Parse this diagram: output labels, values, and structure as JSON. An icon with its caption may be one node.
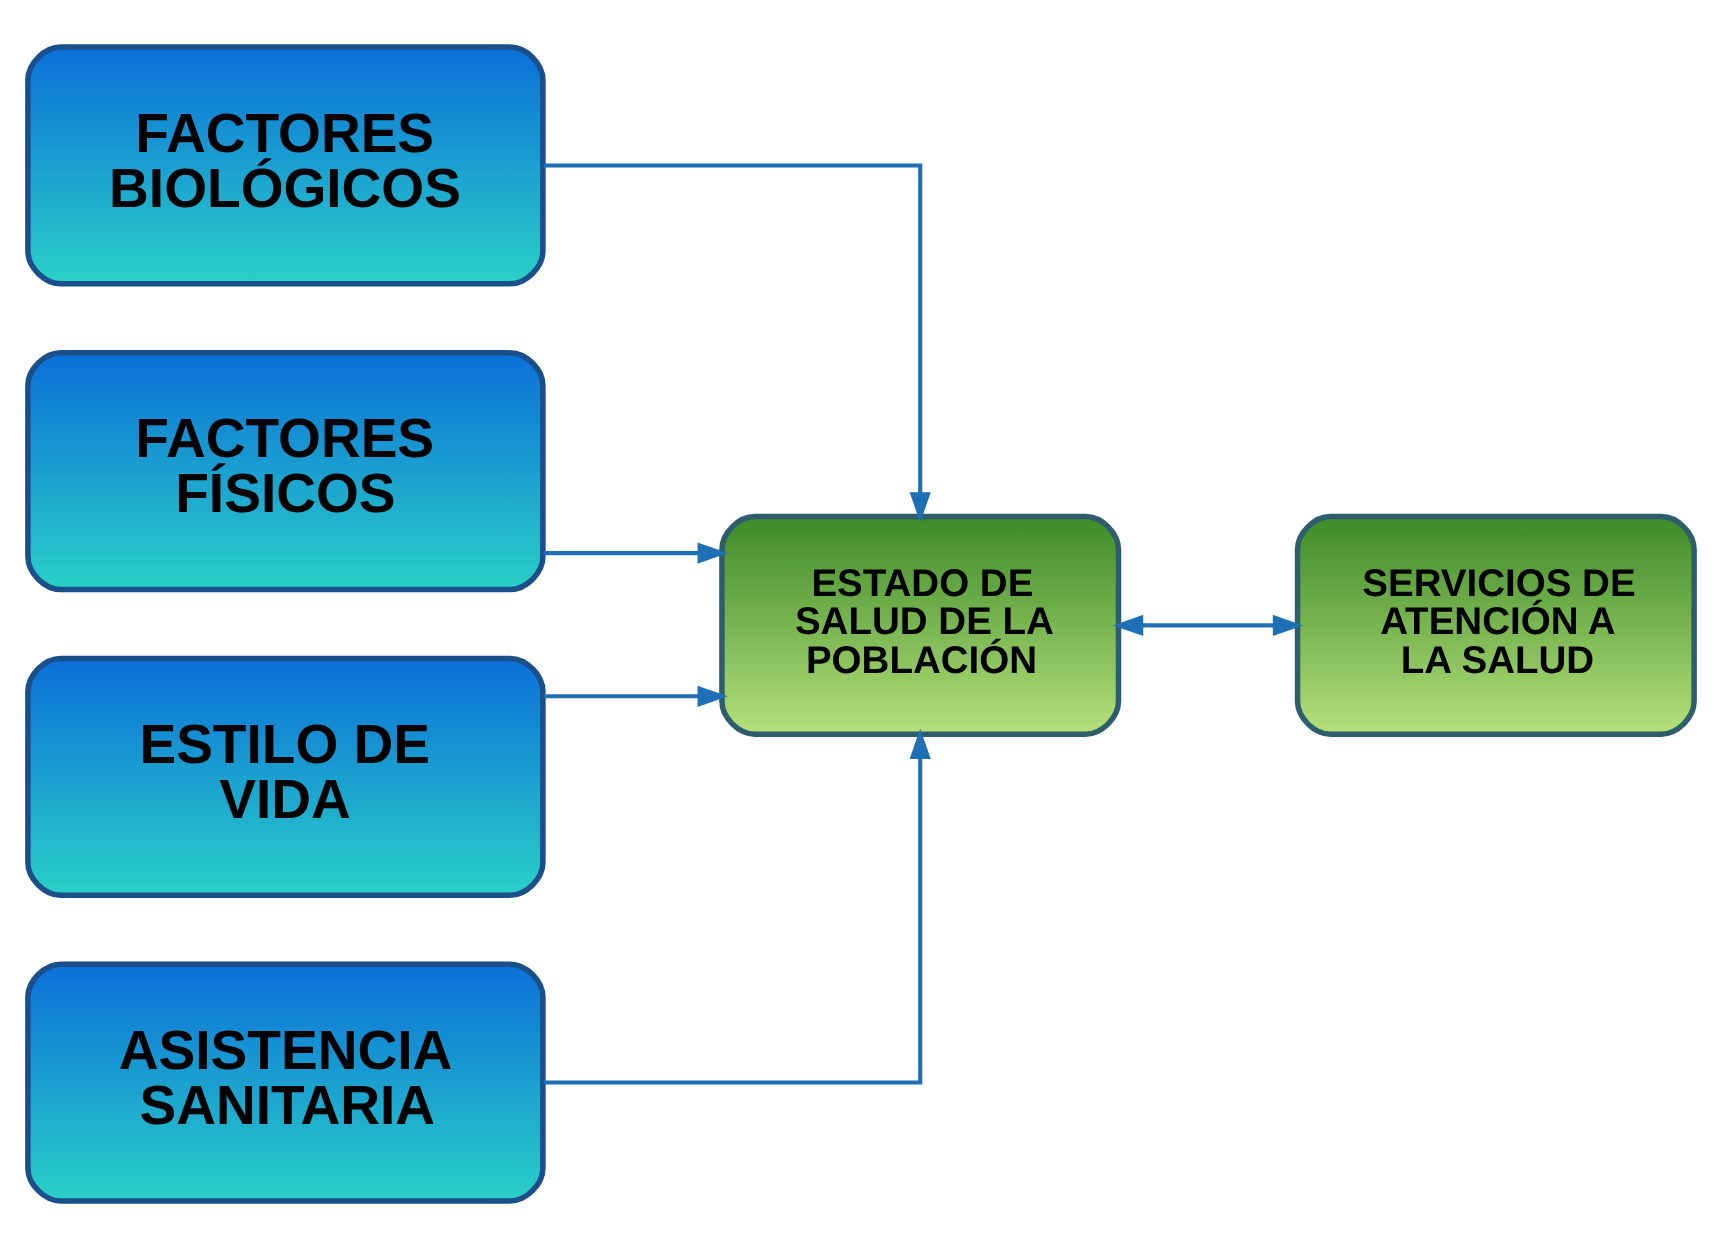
{
  "diagram": {
    "nodes": [
      {
        "text": [
          "FACTORES BIOLÓGICOS"
        ]
      },
      {
        "text": [
          "FACTORES FÍSICOS"
        ]
      },
      {
        "text": [
          "ESTILO DE VIDA"
        ]
      },
      {
        "text": [
          "ASISTENCIA SANITARIA"
        ]
      },
      {
        "text": [
          "ESTADO DE SALUD DE LA POBLACIÓN"
        ]
      },
      {
        "text": [
          "SERVICIOS DE ATENCIÓN A LA SALUD"
        ]
      }
    ],
    "edges": [
      {
        "from": 0,
        "to": 4,
        "arrow": "to"
      },
      {
        "from": 1,
        "to": 4,
        "arrow": "to"
      },
      {
        "from": 2,
        "to": 4,
        "arrow": "to"
      },
      {
        "from": 3,
        "to": 4,
        "arrow": "to"
      },
      {
        "from": 4,
        "to": 5,
        "arrow": "both"
      }
    ]
  }
}
